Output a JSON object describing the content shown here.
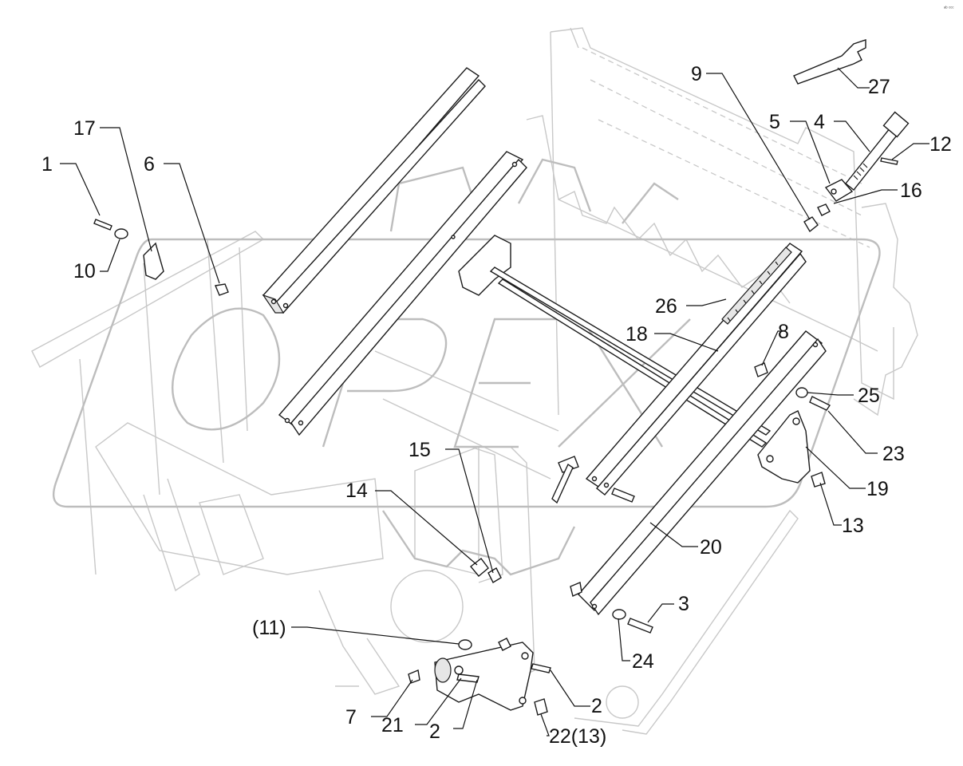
{
  "watermark": {
    "text": "OPEX"
  },
  "corner_mark": {
    "text": "ᵃᵇ ᶜᶜᶜ"
  },
  "callouts": [
    {
      "id": "c1",
      "label": "1"
    },
    {
      "id": "c2a",
      "label": "2"
    },
    {
      "id": "c2b",
      "label": "2"
    },
    {
      "id": "c3",
      "label": "3"
    },
    {
      "id": "c4",
      "label": "4"
    },
    {
      "id": "c5",
      "label": "5"
    },
    {
      "id": "c6",
      "label": "6"
    },
    {
      "id": "c7",
      "label": "7"
    },
    {
      "id": "c8",
      "label": "8"
    },
    {
      "id": "c9",
      "label": "9"
    },
    {
      "id": "c10",
      "label": "10"
    },
    {
      "id": "c11",
      "label": "(11)"
    },
    {
      "id": "c12",
      "label": "12"
    },
    {
      "id": "c13",
      "label": "13"
    },
    {
      "id": "c14",
      "label": "14"
    },
    {
      "id": "c15",
      "label": "15"
    },
    {
      "id": "c16",
      "label": "16"
    },
    {
      "id": "c17",
      "label": "17"
    },
    {
      "id": "c18",
      "label": "18"
    },
    {
      "id": "c19",
      "label": "19"
    },
    {
      "id": "c20",
      "label": "20"
    },
    {
      "id": "c21",
      "label": "21"
    },
    {
      "id": "c22",
      "label": "22(13)"
    },
    {
      "id": "c23",
      "label": "23"
    },
    {
      "id": "c24",
      "label": "24"
    },
    {
      "id": "c25",
      "label": "25"
    },
    {
      "id": "c26",
      "label": "26"
    },
    {
      "id": "c27",
      "label": "27"
    }
  ]
}
